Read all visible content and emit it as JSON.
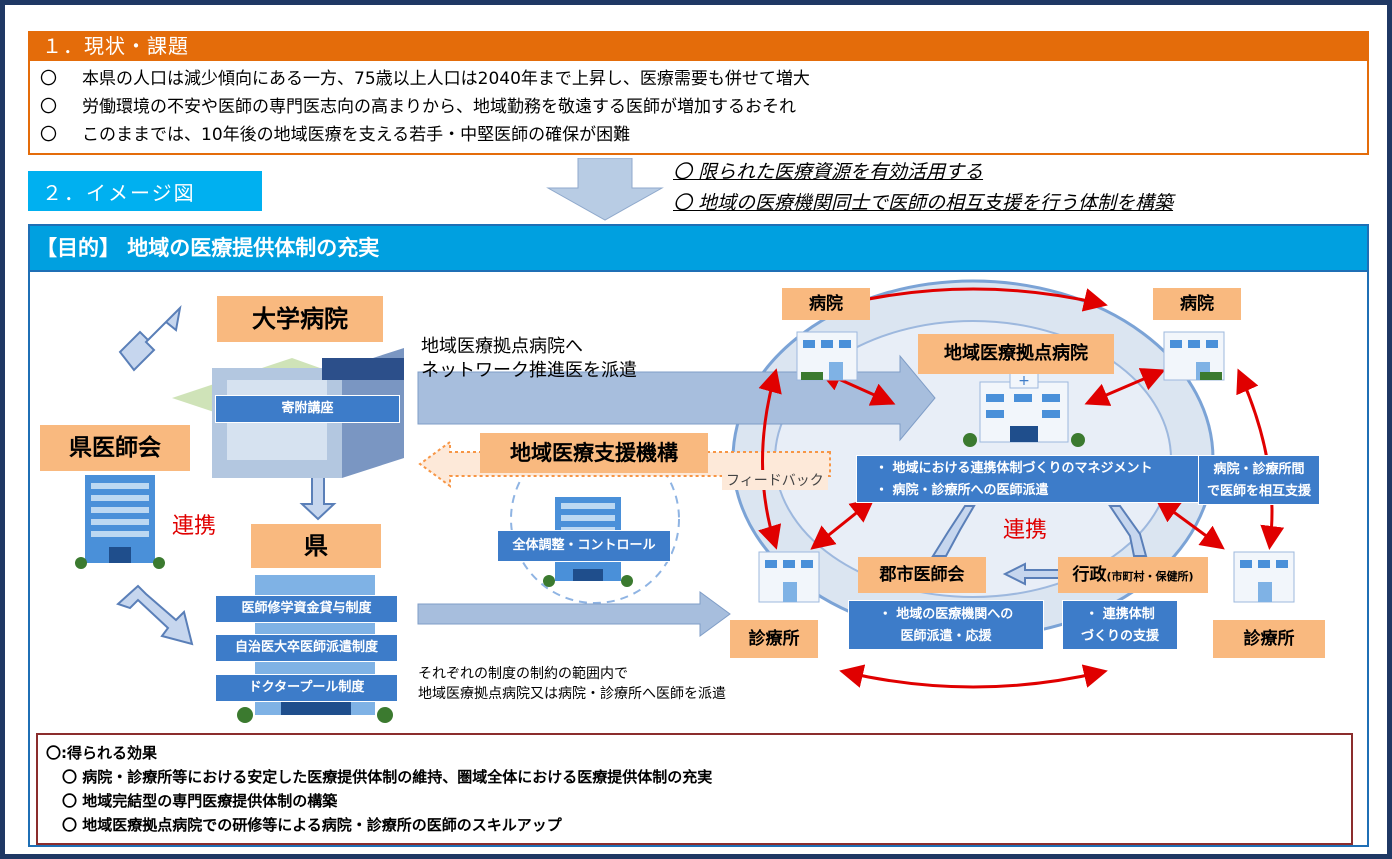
{
  "section1": {
    "title": "１．現状・課題",
    "bullet": "〇",
    "items": [
      "本県の人口は減少傾向にある一方、75歳以上人口は2040年まで上昇し、医療需要も併せて増大",
      "労働環境の不安や医師の専門医志向の高まりから、地域勤務を敬遠する医師が増加するおそれ",
      "このままでは、10年後の地域医療を支える若手・中堅医師の確保が困難"
    ]
  },
  "section2": {
    "title": "２．イメージ図",
    "goals": [
      "〇 限られた医療資源を有効活用する",
      "〇 地域の医療機関同士で医師の相互支援を行う体制を構築"
    ]
  },
  "purpose": "【目的】 地域の医療提供体制の充実",
  "diagram": {
    "university": "大学病院",
    "endowed_course": "寄附講座",
    "medical_association": "県医師会",
    "renkei": "連携",
    "prefecture": "県",
    "prefecture_programs": [
      "医師修学資金貸与制度",
      "自治医大卒医師派遣制度",
      "ドクタープール制度"
    ],
    "dispatch_note": [
      "地域医療拠点病院へ",
      "ネットワーク推進医を派遣"
    ],
    "support_org": "地域医療支援機構",
    "overall_control": "全体調整・コントロール",
    "feedback": "フィードバック",
    "system_note": [
      "それぞれの制度の制約の範囲内で",
      "地域医療拠点病院又は病院・診療所へ医師を派遣"
    ],
    "hospital_left": "病院",
    "hospital_right": "病院",
    "base_hospital": "地域医療拠点病院",
    "mgmt": [
      "・ 地域における連携体制づくりのマネジメント",
      "・ 病院・診療所への医師派遣"
    ],
    "mutual": [
      "病院・診療所間",
      "で医師を相互支援"
    ],
    "renkei_center": "連携",
    "clinic_left": "診療所",
    "clinic_right": "診療所",
    "county_assoc": "郡市医師会",
    "admin_main": "行政",
    "admin_sub": "(市町村・保健所)",
    "county_role": [
      "・ 地域の医療機関への",
      "医師派遣・応援"
    ],
    "admin_role": [
      "・ 連携体制",
      "づくりの支援"
    ]
  },
  "effects": {
    "title": "〇:得られる効果",
    "items": [
      "〇 病院・診療所等における安定した医療提供体制の維持、圏域全体における医療提供体制の充実",
      "〇 地域完結型の専門医療提供体制の構築",
      "〇 地域医療拠点病院での研修等による病院・診療所の医師のスキルアップ"
    ]
  },
  "colors": {
    "orange": "#e46c0a",
    "cyan": "#00b0f0",
    "navy": "#1f3864",
    "label_orange": "#f9b97f",
    "box_blue": "#3d7cc9",
    "red": "#e00000"
  }
}
